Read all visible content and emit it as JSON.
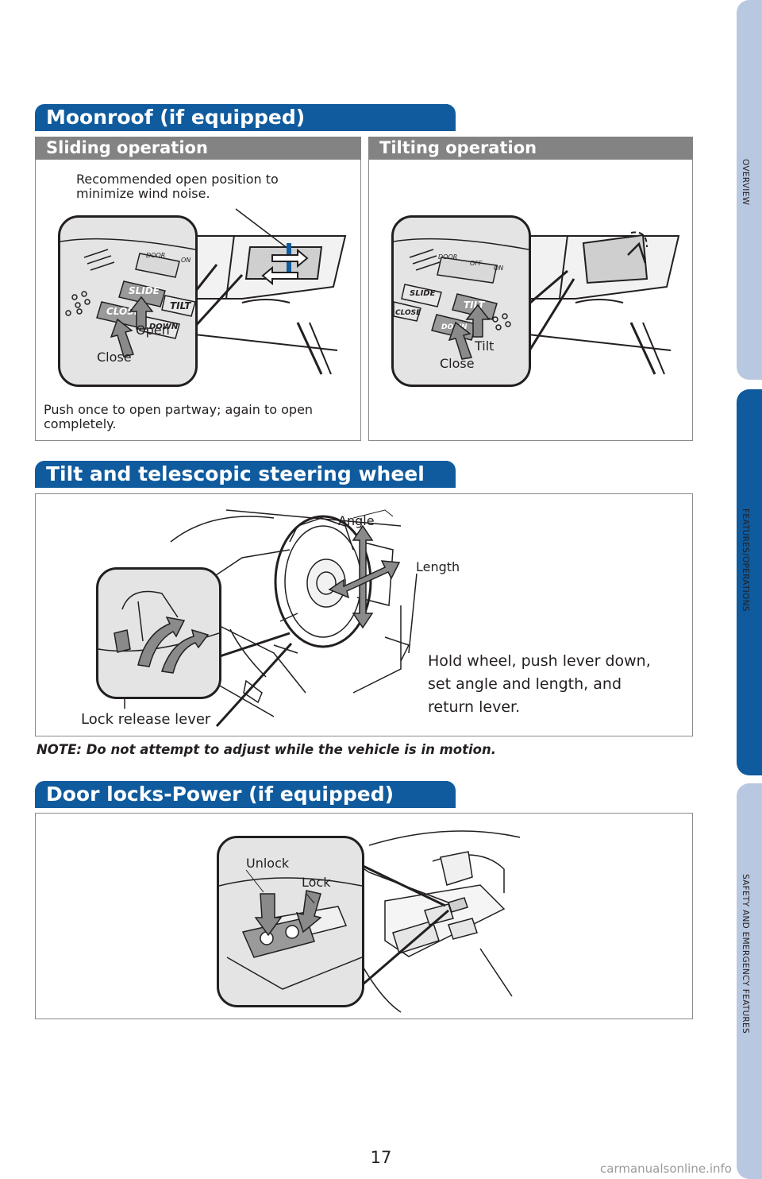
{
  "side_tabs": [
    {
      "label": "OVERVIEW",
      "active": false
    },
    {
      "label": "FEATURES/OPERATIONS",
      "active": true
    },
    {
      "label": "SAFETY AND EMERGENCY FEATURES",
      "active": false
    }
  ],
  "moonroof": {
    "title": "Moonroof (if equipped)",
    "sliding": {
      "heading": "Sliding operation",
      "recommended_note": "Recommended open position to minimize wind noise.",
      "open_label": "Open",
      "close_label": "Close",
      "push_note": "Push once to open partway; again to open completely.",
      "switch_labels": {
        "slide": "SLIDE",
        "close": "CLOSE",
        "tilt": "TILT",
        "down": "DOWN",
        "door": "DOOR",
        "on": "ON"
      }
    },
    "tilting": {
      "heading": "Tilting operation",
      "tilt_label": "Tilt",
      "close_label": "Close",
      "switch_labels": {
        "slide": "SLIDE",
        "close": "CLOSE",
        "tilt": "TILT",
        "down": "DOWN",
        "door": "DOOR",
        "off": "OFF",
        "on": "ON"
      }
    }
  },
  "steering": {
    "title": "Tilt and telescopic steering wheel",
    "angle_label": "Angle",
    "length_label": "Length",
    "instruction": "Hold wheel, push lever down, set angle and length, and return lever.",
    "lever_label": "Lock release lever",
    "note": "NOTE: Do not attempt to adjust while the vehicle is in motion."
  },
  "door_locks": {
    "title": "Door locks-Power (if equipped)",
    "unlock_label": "Unlock",
    "lock_label": "Lock"
  },
  "page_number": "17",
  "watermark": "carmanualsonline.info",
  "colors": {
    "brand_blue": "#0f5b9e",
    "tab_light": "#b9c8e1",
    "subbar_gray": "#838383"
  }
}
